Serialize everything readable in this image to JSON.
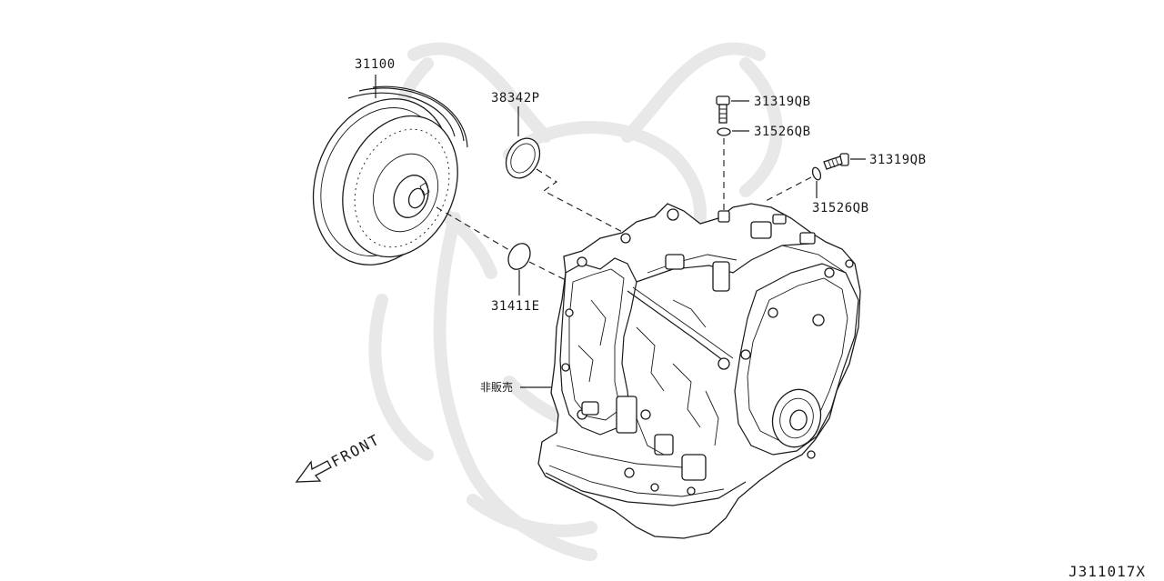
{
  "parts": {
    "torque_converter": "31100",
    "seal_ring": "38342P",
    "o_ring": "31411E",
    "bolt_upper": "31319QB",
    "washer_upper": "31526QB",
    "bolt_right": "31319QB",
    "washer_right": "31526QB",
    "transaxle_assembly": "非販売"
  },
  "front_label": "FRONT",
  "diagram_ref": "J311017X"
}
